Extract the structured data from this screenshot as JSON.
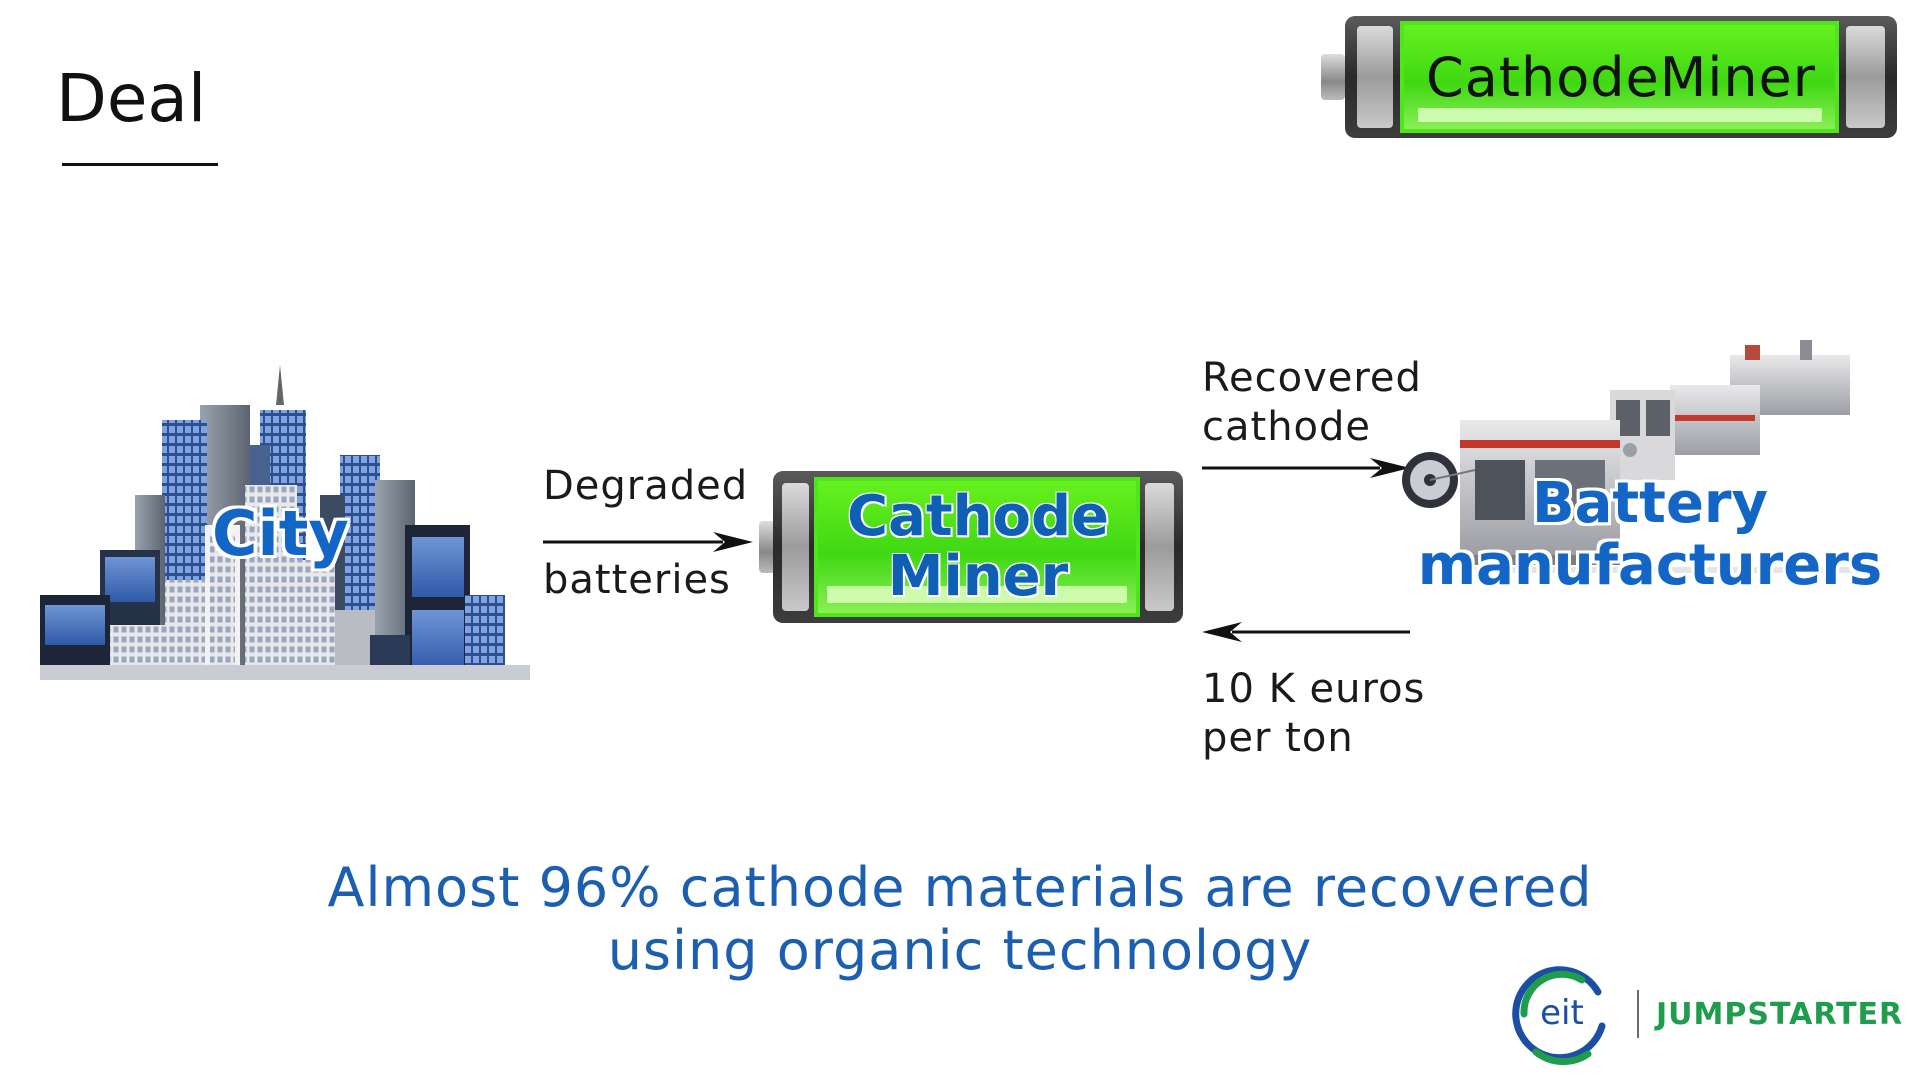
{
  "slide": {
    "title": "Deal"
  },
  "logo": {
    "text": "CathodeMiner"
  },
  "nodes": {
    "city": {
      "label": "City"
    },
    "center": {
      "line1": "Cathode",
      "line2": "Miner"
    },
    "manufacturers": {
      "line1": "Battery",
      "line2": "manufacturers"
    }
  },
  "flows": {
    "city_to_center": {
      "top_label": "Degraded",
      "bottom_label": "batteries"
    },
    "center_to_manufacturers": {
      "line1": "Recovered",
      "line2": "cathode"
    },
    "manufacturers_to_center": {
      "line1": "10 K euros",
      "line2": "per ton"
    }
  },
  "statement": {
    "line1": "Almost 96% cathode materials are recovered",
    "line2": "using organic technology"
  },
  "brand": {
    "mark": "eit",
    "name": "JUMPSTARTER"
  },
  "colors": {
    "accent_blue": "#1466c6",
    "battery_green": "#4ee61a",
    "brand_green": "#1f9d4c",
    "brand_blue": "#1b4fa3"
  }
}
